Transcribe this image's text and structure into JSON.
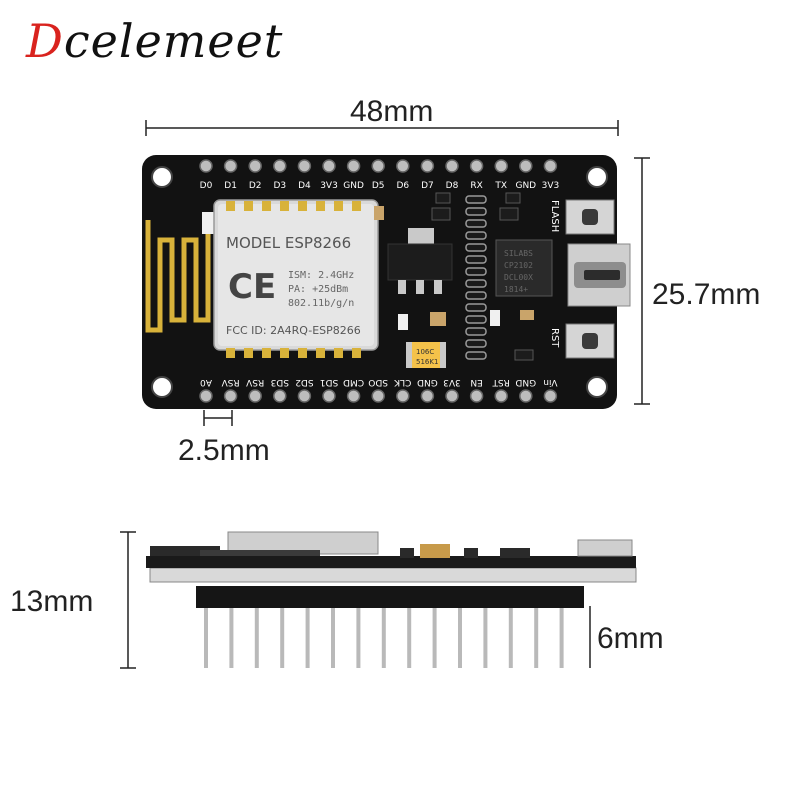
{
  "brand": {
    "first_letter": "D",
    "rest": "celemeet",
    "color": "#d9231e"
  },
  "dimensions": {
    "width": "48mm",
    "height": "25.7mm",
    "pin_pitch": "2.5mm",
    "total_height": "13mm",
    "pin_length": "6mm"
  },
  "board": {
    "pcb_color": "#111111",
    "top_pins": [
      "D0",
      "D1",
      "D2",
      "D3",
      "D4",
      "3V3",
      "GND",
      "D5",
      "D6",
      "D7",
      "D8",
      "RX",
      "TX",
      "GND",
      "3V3"
    ],
    "bottom_pins": [
      "A0",
      "RSV",
      "RSV",
      "SD3",
      "SD2",
      "SD1",
      "CMD",
      "SDO",
      "CLK",
      "GND",
      "3V3",
      "EN",
      "RST",
      "GND",
      "Vin"
    ],
    "button_labels": {
      "flash": "FLASH",
      "reset": "RST"
    },
    "module": {
      "model": "MODEL ESP8266",
      "mark": "CE",
      "spec_lines": [
        "ISM: 2.4GHz",
        "PA: +25dBm",
        "802.11b/g/n"
      ],
      "fcc": "FCC ID: 2A4RQ-ESP8266"
    },
    "usb_chip_lines": [
      "SILABS",
      "CP2102",
      "DCL00X",
      "1814+"
    ],
    "tantalum_lines": [
      "106C",
      "516K1"
    ]
  }
}
